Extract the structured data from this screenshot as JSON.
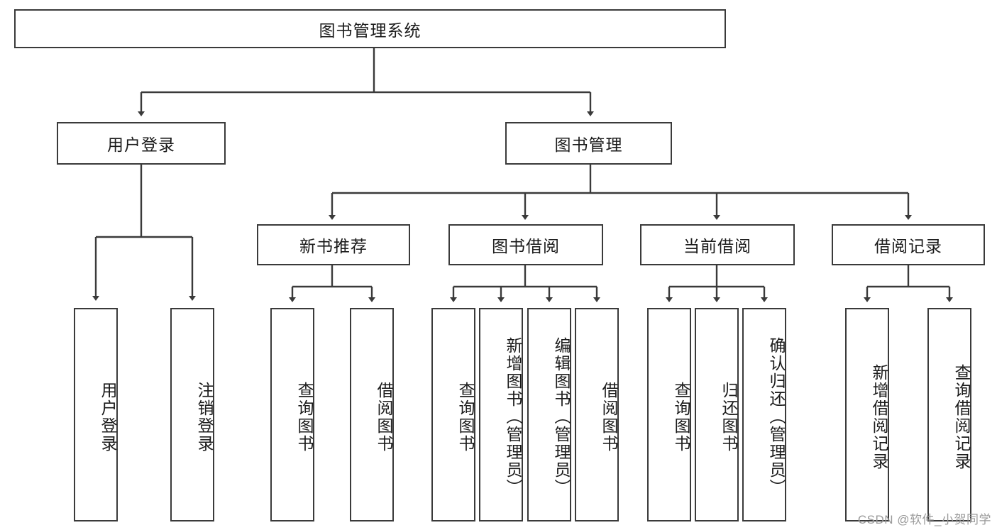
{
  "diagram": {
    "title": "图书管理系统",
    "type": "hierarchy-tree",
    "root": {
      "label": "图书管理系统"
    },
    "level2": [
      {
        "label": "用户登录"
      },
      {
        "label": "图书管理"
      }
    ],
    "level3": [
      {
        "label": "新书推荐"
      },
      {
        "label": "图书借阅"
      },
      {
        "label": "当前借阅"
      },
      {
        "label": "借阅记录"
      }
    ],
    "leaves": {
      "user_login": [
        {
          "label": "用户登录"
        },
        {
          "label": "注销登录"
        }
      ],
      "new_book_recommend": [
        {
          "label": "查询图书"
        },
        {
          "label": "借阅图书"
        }
      ],
      "book_borrow": [
        {
          "label": "查询图书"
        },
        {
          "label": "新增图书（管理员）"
        },
        {
          "label": "编辑图书（管理员）"
        },
        {
          "label": "借阅图书"
        }
      ],
      "current_borrow": [
        {
          "label": "查询图书"
        },
        {
          "label": "归还图书"
        },
        {
          "label": "确认归还（管理员）"
        }
      ],
      "borrow_record": [
        {
          "label": "新增借阅记录"
        },
        {
          "label": "查询借阅记录"
        }
      ]
    }
  },
  "watermark": {
    "text": "CSDN @软件_小贺同学"
  },
  "colors": {
    "border": "#3a3a3a",
    "text": "#1b1b1b",
    "background": "#ffffff",
    "watermark": "#9a9a9a"
  }
}
